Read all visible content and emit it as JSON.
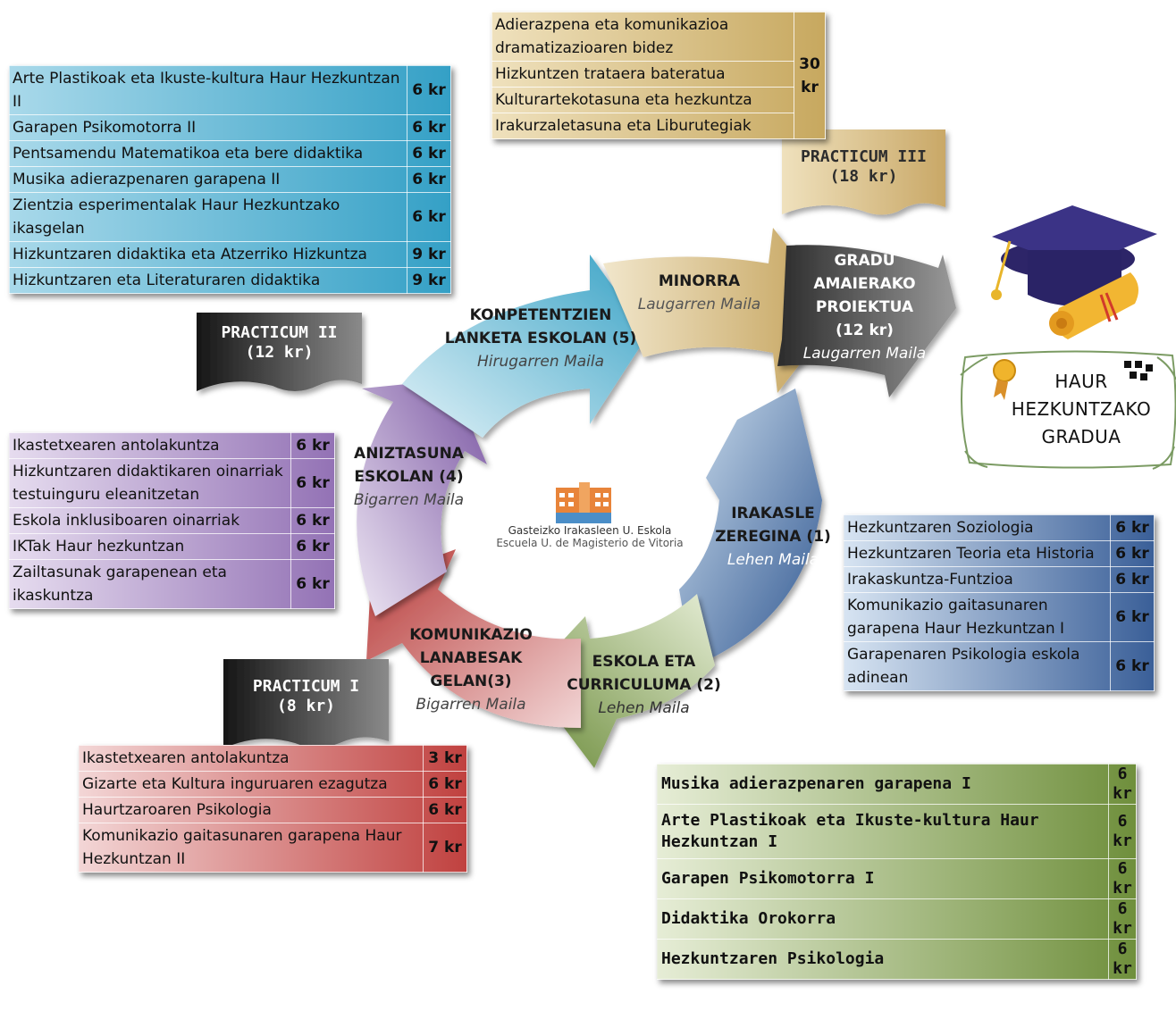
{
  "center_logo": {
    "line1": "Gasteizko Irakasleen U. Eskola",
    "line2": "Escuela U. de Magisterio de Vitoria"
  },
  "degree": {
    "line1": "HAUR",
    "line2": "HEZKUNTZAKO",
    "line3": "GRADUA"
  },
  "stages": {
    "irakasle": {
      "title_l1": "IRAKASLE",
      "title_l2": "ZEREGINA (1)",
      "subtitle": "Lehen Maila"
    },
    "eskola": {
      "title_l1": "ESKOLA ETA",
      "title_l2": "CURRICULUMA (2)",
      "subtitle": "Lehen Maila"
    },
    "komunikazio": {
      "title_l1": "KOMUNIKAZIO",
      "title_l2": "LANABESAK",
      "title_l3": "GELAN(3)",
      "subtitle": "Bigarren Maila"
    },
    "aniztasuna": {
      "title_l1": "ANIZTASUNA",
      "title_l2": "ESKOLAN (4)",
      "subtitle": "Bigarren Maila"
    },
    "konpetentzien": {
      "title_l1": "KONPETENTZIEN",
      "title_l2": "LANKETA ESKOLAN (5)",
      "subtitle": "Hirugarren Maila"
    },
    "minorra": {
      "title_l1": "MINORRA",
      "subtitle": "Laugarren Maila"
    },
    "gradu": {
      "title_l1": "GRADU",
      "title_l2": "AMAIERAKO",
      "title_l3": "PROIEKTUA",
      "title_l4": "(12 kr)",
      "subtitle": "Laugarren Maila"
    }
  },
  "practicum": {
    "p1": {
      "line1": "PRACTICUM I",
      "line2": "(8 kr)"
    },
    "p2": {
      "line1": "PRACTICUM II",
      "line2": "(12 kr)"
    },
    "p3": {
      "line1": "PRACTICUM III",
      "line2": "(18 kr)"
    }
  },
  "tables": {
    "year3": [
      {
        "name": "Arte Plastikoak eta Ikuste-kultura Haur Hezkuntzan II",
        "kr": "6 kr"
      },
      {
        "name": "Garapen Psikomotorra II",
        "kr": "6 kr"
      },
      {
        "name": "Pentsamendu Matematikoa eta bere didaktika",
        "kr": "6 kr"
      },
      {
        "name": "Musika adierazpenaren garapena II",
        "kr": "6 kr"
      },
      {
        "name": "Zientzia esperimentalak Haur Hezkuntzako ikasgelan",
        "kr": "6 kr"
      },
      {
        "name": "Hizkuntzaren didaktika eta Atzerriko Hizkuntza",
        "kr": "9 kr"
      },
      {
        "name": "Hizkuntzaren eta Literaturaren didaktika",
        "kr": "9 kr"
      }
    ],
    "year4": {
      "rows": [
        "Adierazpena eta komunikazioa dramatizazioaren bidez",
        "Hizkuntzen trataera bateratua",
        "Kulturartekotasuna eta hezkuntza",
        "Irakurzaletasuna eta Liburutegiak"
      ],
      "kr": "30 kr"
    },
    "year2": [
      {
        "name": "Ikastetxearen antolakuntza",
        "kr": "6 kr"
      },
      {
        "name": "Hizkuntzaren didaktikaren oinarriak testuinguru eleanitzetan",
        "kr": "6 kr"
      },
      {
        "name": "Eskola inklusiboaren oinarriak",
        "kr": "6 kr"
      },
      {
        "name": "IKTak Haur hezkuntzan",
        "kr": "6 kr"
      },
      {
        "name": "Zailtasunak garapenean eta ikaskuntza",
        "kr": "6 kr"
      }
    ],
    "year1a": [
      {
        "name": "Hezkuntzaren Soziologia",
        "kr": "6 kr"
      },
      {
        "name": "Hezkuntzaren Teoria eta Historia",
        "kr": "6 kr"
      },
      {
        "name": "Irakaskuntza-Funtzioa",
        "kr": "6 kr"
      },
      {
        "name": "Komunikazio gaitasunaren garapena Haur Hezkuntzan I",
        "kr": "6 kr"
      },
      {
        "name": "Garapenaren Psikologia eskola adinean",
        "kr": "6 kr"
      }
    ],
    "year2b": [
      {
        "name": "Ikastetxearen antolakuntza",
        "kr": "3 kr"
      },
      {
        "name": "Gizarte eta Kultura inguruaren ezagutza",
        "kr": "6 kr"
      },
      {
        "name": "Haurtzaroaren Psikologia",
        "kr": "6 kr"
      },
      {
        "name": "Komunikazio gaitasunaren garapena Haur Hezkuntzan II",
        "kr": "7 kr"
      }
    ],
    "year1b": [
      {
        "name": "Musika adierazpenaren garapena I",
        "kr_num": "6",
        "kr_unit": "kr"
      },
      {
        "name": "Arte Plastikoak eta Ikuste-kultura Haur Hezkuntzan I",
        "kr_num": "6",
        "kr_unit": "kr"
      },
      {
        "name": "Garapen Psikomotorra I",
        "kr_num": "6",
        "kr_unit": "kr"
      },
      {
        "name": "Didaktika Orokorra",
        "kr_num": "6",
        "kr_unit": "kr"
      },
      {
        "name": "Hezkuntzaren Psikologia",
        "kr_num": "6",
        "kr_unit": "kr"
      }
    ]
  },
  "colors": {
    "year3": "#5bb9d3",
    "year4": "#c7a85f",
    "year2": "#9d7bbb",
    "year1a": "#3f6299",
    "year2b": "#c5524f",
    "year1b": "#7e9a4c",
    "dark": "#2a2a2a"
  }
}
